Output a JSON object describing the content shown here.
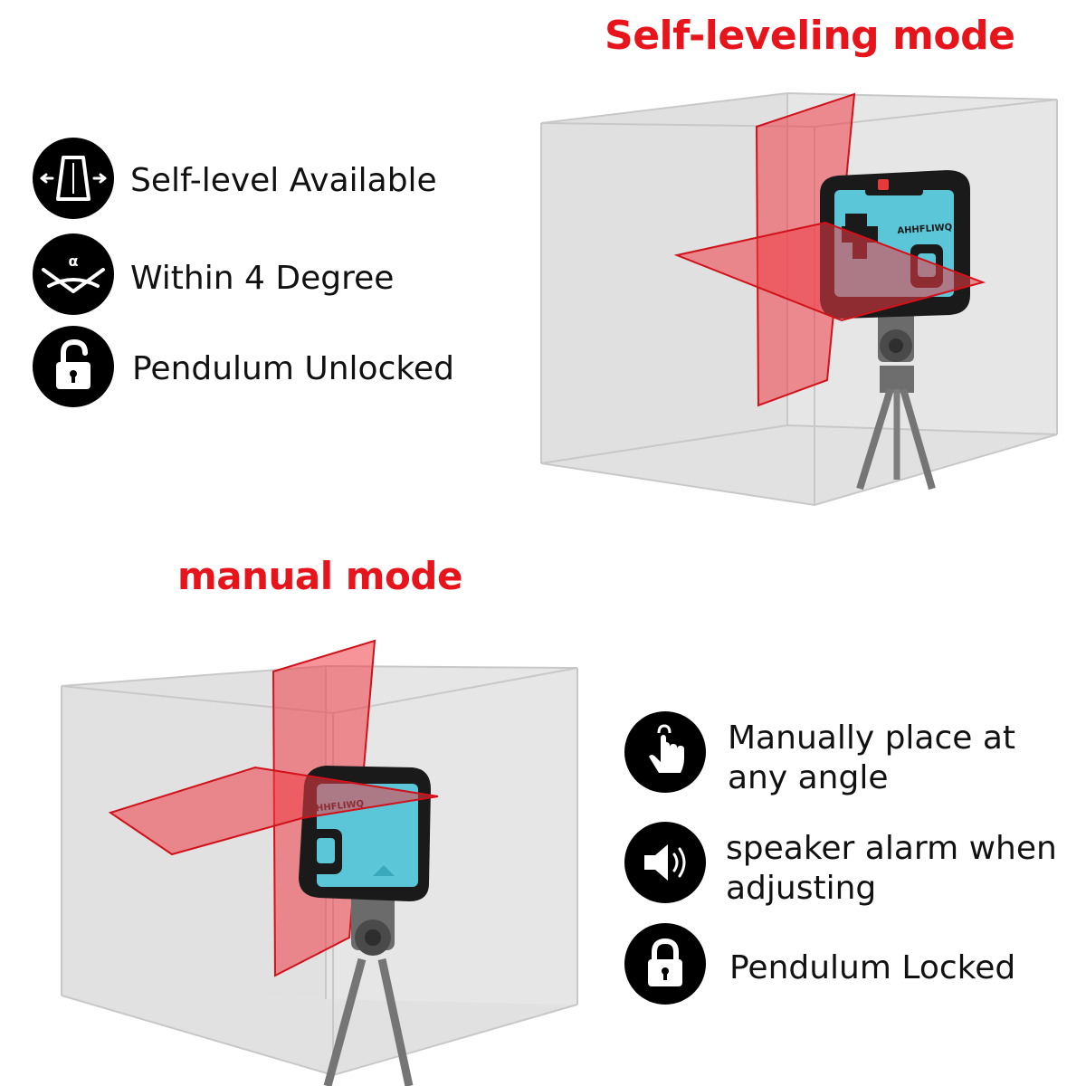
{
  "headings": {
    "self_leveling": "Self-leveling mode",
    "manual": "manual mode"
  },
  "self_leveling_features": [
    {
      "icon": "self-level-icon",
      "label": "Self-level Available"
    },
    {
      "icon": "tilt-angle-icon",
      "label": "Within 4 Degree"
    },
    {
      "icon": "unlocked-padlock-icon",
      "label": "Pendulum Unlocked"
    }
  ],
  "manual_features": [
    {
      "icon": "hand-pointer-icon",
      "line1": "Manually place at",
      "line2": "any angle"
    },
    {
      "icon": "speaker-icon",
      "line1": "speaker alarm when",
      "line2": "adjusting"
    },
    {
      "icon": "locked-padlock-icon",
      "label": "Pendulum Locked"
    }
  ],
  "device": {
    "brand_text": "AHHFLIWQ"
  },
  "colors": {
    "heading_red": "#e8141c",
    "laser_red": "#e0101a",
    "device_teal": "#5bc6d8",
    "device_black": "#1a1a1a"
  }
}
